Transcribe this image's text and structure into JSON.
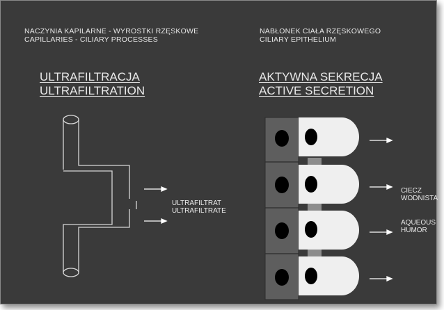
{
  "left_header": {
    "line1": "NACZYNIA KAPILARNE - WYROSTKI RZĘSKOWE",
    "line2": "CAPILLARIES - CILIARY PROCESSES"
  },
  "right_header": {
    "line1": "NABŁONEK CIAŁA RZĘSKOWEGO",
    "line2": "CILIARY EPITHELIUM"
  },
  "left_title": {
    "line1": "ULTRAFILTRACJA",
    "line2": "ULTRAFILTRATION"
  },
  "right_title": {
    "line1": "AKTYWNA SEKRECJA",
    "line2": "ACTIVE SECRETION"
  },
  "ultrafiltrate_label": {
    "line1": "ULTRAFILTRAT",
    "line2": "ULTRAFILTRATE"
  },
  "ciecz_label": {
    "line1": "CIECZ",
    "line2": "WODNISTA"
  },
  "aqueous_label": {
    "line1": "AQUEOUS",
    "line2": "HUMOR"
  },
  "colors": {
    "background": "#3a3a3a",
    "text": "#e8e8e8",
    "cell_light": "#efefef",
    "cell_dark": "#5e5e5e",
    "nucleus": "#000000",
    "junction": "#8c8c8c"
  }
}
